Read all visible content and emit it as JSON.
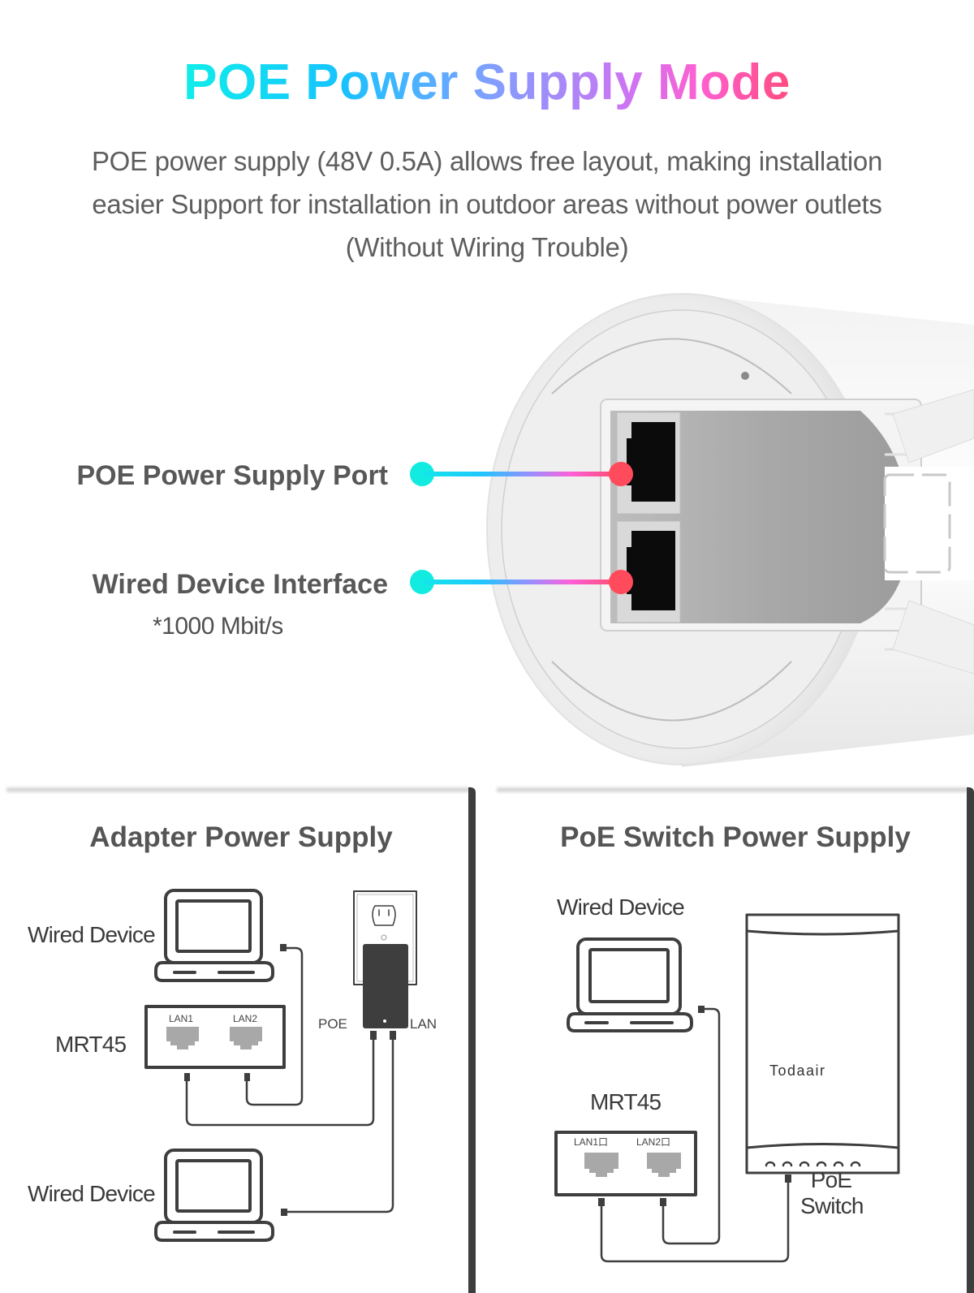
{
  "header": {
    "title": "POE Power Supply Mode",
    "description_lines": [
      "POE power supply (48V 0.5A) allows free layout, making installation",
      "easier Support for installation in outdoor areas without power outlets",
      "(Without Wiring Trouble)"
    ]
  },
  "callouts": {
    "poe_port": "POE Power Supply Port",
    "wired_interface": "Wired Device Interface",
    "wired_speed": "*1000 Mbit/s"
  },
  "colors": {
    "gradient_start": "#12ebe0",
    "gradient_mid": "#9b8cff",
    "gradient_end": "#ff4b5c",
    "text_gray": "#585858",
    "line_dark": "#3e3e3e"
  },
  "adapter_panel": {
    "title": "Adapter Power Supply",
    "wired_device_top": "Wired Device",
    "router_label": "MRT45",
    "lan1": "LAN1",
    "lan2": "LAN2",
    "poe_label": "POE",
    "lan_label": "LAN",
    "wired_device_bottom": "Wired Device"
  },
  "switch_panel": {
    "title": "PoE Switch Power Supply",
    "wired_device": "Wired Device",
    "router_label": "MRT45",
    "lan1": "LAN1口",
    "lan2": "LAN2口",
    "switch_brand": "Todaair",
    "switch_label_line1": "PoE",
    "switch_label_line2": "Switch"
  },
  "icons": {
    "laptop": "laptop-icon",
    "outlet": "power-outlet-icon",
    "adapter": "poe-adapter-icon",
    "router": "router-icon",
    "switch": "poe-switch-icon",
    "ethernet_port": "ethernet-port-icon",
    "cable": "ethernet-cable-icon"
  }
}
